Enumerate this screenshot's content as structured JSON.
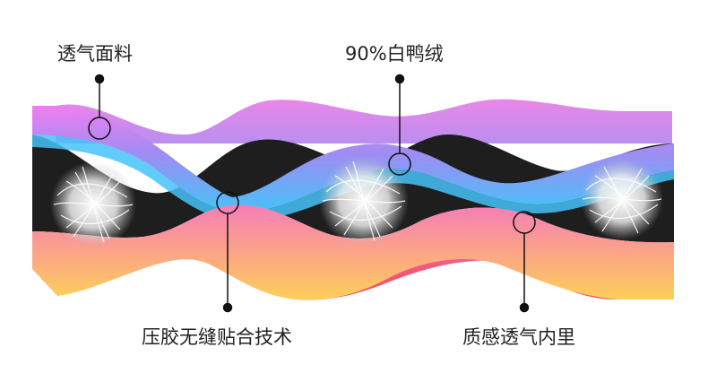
{
  "labels": {
    "outer_fabric": "透气面料",
    "white_duck_down": "90%白鸭绒",
    "bonding_tech": "压胶无缝贴合技术",
    "lining": "质感透气内里"
  },
  "colors": {
    "top_layer_light": "#f07ef0",
    "top_layer_mid": "#9f8cf2",
    "top_layer_cyan": "#45c3f8",
    "fill_core": "#1e1e1e",
    "bottom_layer_pink": "#f582b8",
    "bottom_layer_yellow": "#fdd058",
    "bottom_layer_red": "#f24b5c",
    "callout": "#111111"
  }
}
